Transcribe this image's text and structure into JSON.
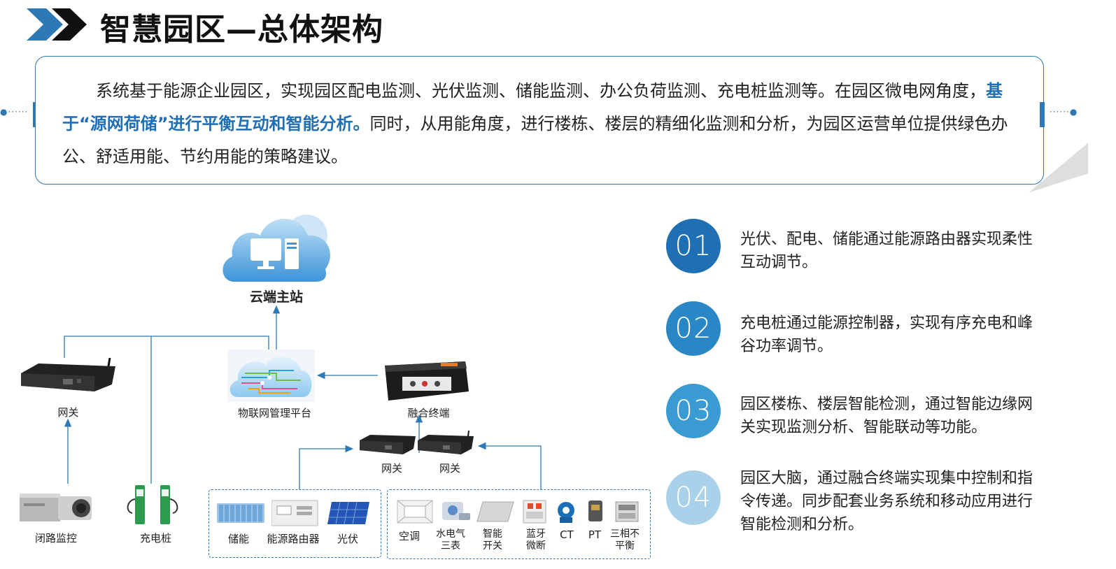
{
  "header": {
    "title": "智慧园区—总体架构",
    "chevron_color_1": "#2d79b5",
    "chevron_color_2": "#111111"
  },
  "intro": {
    "text_before": "系统基于能源企业园区，实现园区配电监测、光伏监测、储能监测、办公负荷监测、充电桩监测等。在园区微电网角度，",
    "highlight": "基于“源网荷储”进行平衡互动和智能分析。",
    "text_after": "同时，从用能角度，进行楼栋、楼层的精细化监测和分析，为园区运营单位提供绿色办公、舒适用能、节约用能的策略建议。",
    "accent_color": "#2d79b5",
    "highlight_color": "#1f6fb5"
  },
  "diagram": {
    "cloud": "云端主站",
    "gateway_left": "网关",
    "iot_platform": "物联网管理平台",
    "fusion_terminal": "融合终端",
    "gateway_mid_1": "网关",
    "gateway_mid_2": "网关",
    "cctv": "闭路监控",
    "charging_pile": "充电桩",
    "group1": [
      {
        "label": "储能"
      },
      {
        "label": "能源路由器"
      },
      {
        "label": "光伏"
      }
    ],
    "group2": [
      {
        "label": "空调"
      },
      {
        "label": "水电气三表"
      },
      {
        "label": "智能开关"
      },
      {
        "label": "蓝牙微断"
      },
      {
        "label": "CT"
      },
      {
        "label": "PT"
      },
      {
        "label": "三相不平衡"
      }
    ],
    "line_color": "#2d79b5"
  },
  "features": [
    {
      "num": "01",
      "text": "光伏、配电、储能通过能源路由器实现柔性互动调节。",
      "color": "#1f6fb5"
    },
    {
      "num": "02",
      "text": "充电桩通过能源控制器，实现有序充电和峰谷功率调节。",
      "color": "#2a87c5"
    },
    {
      "num": "03",
      "text": "园区楼栋、楼层智能检测，通过智能边缘网关实现监测分析、智能联动等功能。",
      "color": "#3a9bd3"
    },
    {
      "num": "04",
      "text": "园区大脑，通过融合终端实现集中控制和指令传递。同步配套业务系统和移动应用进行智能检测和分析。",
      "color": "#a9d1ea"
    }
  ]
}
